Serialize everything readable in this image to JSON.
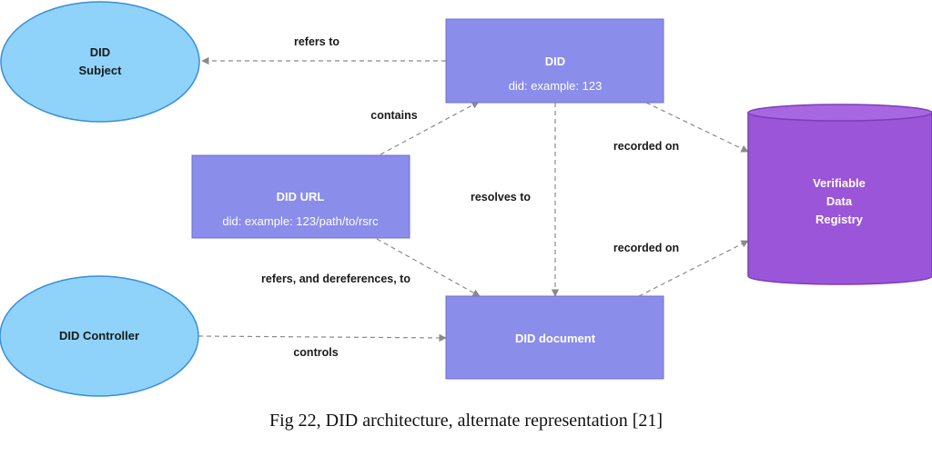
{
  "nodes": {
    "did_subject": {
      "line1": "DID",
      "line2": "Subject"
    },
    "did": {
      "title": "DID",
      "value": "did: example: 123"
    },
    "did_url": {
      "title": "DID URL",
      "value": "did: example: 123/path/to/rsrc"
    },
    "registry": {
      "line1": "Verifiable",
      "line2": "Data",
      "line3": "Registry"
    },
    "did_controller": {
      "label": "DID Controller"
    },
    "did_document": {
      "label": "DID document"
    }
  },
  "edges": {
    "refers_to": "refers to",
    "contains": "contains",
    "recorded_on_1": "recorded on",
    "resolves_to": "resolves to",
    "recorded_on_2": "recorded on",
    "refers_deref": "refers, and dereferences, to",
    "controls": "controls"
  },
  "caption": "Fig 22,  DID architecture, alternate representation [21]",
  "colors": {
    "ellipse_fill": "#8fd3fb",
    "ellipse_stroke": "#3a8ed8",
    "box_fill": "#8a8dea",
    "box_stroke": "#6e70cf",
    "cylinder_fill": "#9b55d8",
    "cylinder_stroke": "#7d3cbc",
    "edge": "#8a8a8a"
  }
}
